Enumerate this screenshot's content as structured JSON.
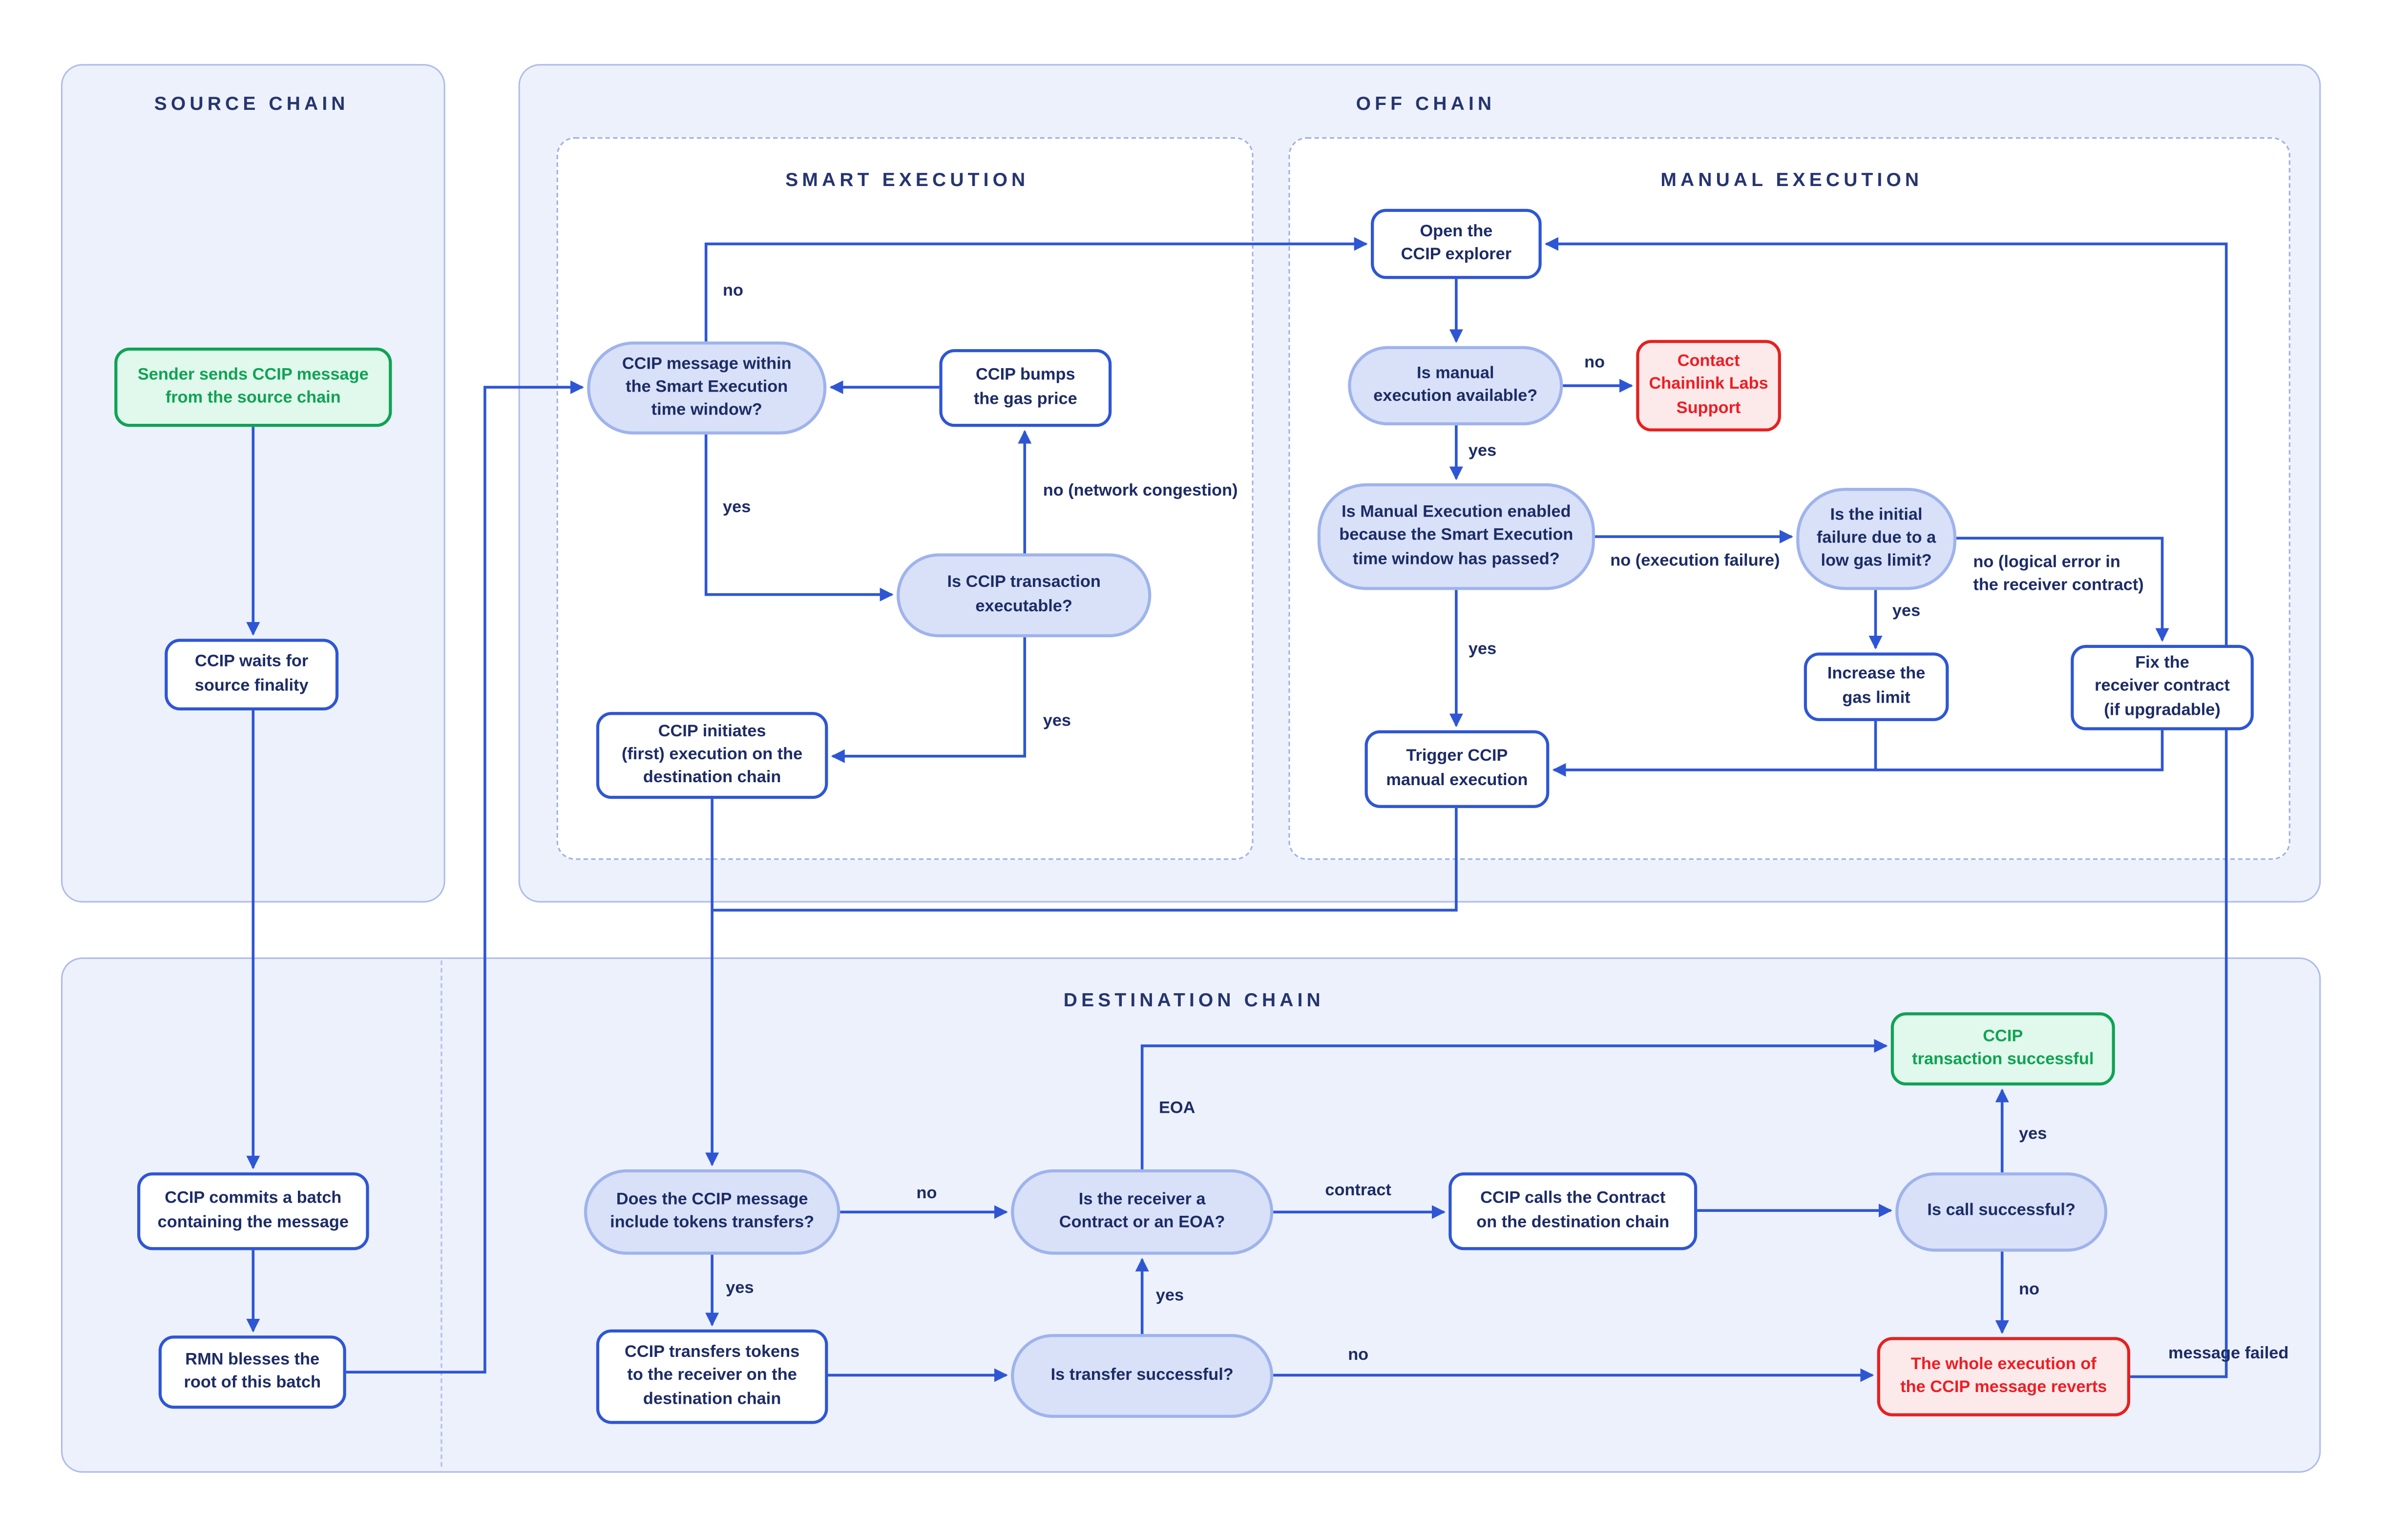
{
  "panels": {
    "source_chain": "SOURCE CHAIN",
    "off_chain": "OFF CHAIN",
    "smart_execution": "SMART EXECUTION",
    "manual_execution": "MANUAL EXECUTION",
    "destination_chain": "DESTINATION CHAIN"
  },
  "nodes": {
    "sender": "Sender sends CCIP message\nfrom the source chain",
    "waits": "CCIP waits for\nsource finality",
    "commits": "CCIP commits a batch\ncontaining the message",
    "rmn": "RMN blesses the\nroot of this batch",
    "msg_within": "CCIP message within\nthe Smart Execution\ntime window?",
    "bumps": "CCIP bumps\nthe gas price",
    "executable": "Is CCIP transaction\nexecutable?",
    "initiates": "CCIP initiates\n(first) execution on the\ndestination chain",
    "open_explorer": "Open the\nCCIP explorer",
    "manual_available": "Is manual\nexecution available?",
    "contact_support": "Contact\nChainlink Labs\nSupport",
    "manual_enabled": "Is Manual Execution enabled\nbecause the Smart Execution\ntime window has passed?",
    "initial_failure": "Is the initial\nfailure due to a\nlow gas limit?",
    "increase_gas": "Increase the\ngas limit",
    "fix_receiver": "Fix the\nreceiver contract\n(if upgradable)",
    "trigger_manual": "Trigger CCIP\nmanual execution",
    "tokens_transfers": "Does the CCIP message\ninclude tokens transfers?",
    "receiver_type": "Is the receiver a\nContract or an EOA?",
    "calls_contract": "CCIP calls the Contract\non the destination chain",
    "call_successful": "Is call successful?",
    "tx_successful": "CCIP\ntransaction successful",
    "transfers_tokens": "CCIP transfers tokens\nto the receiver on the\ndestination chain",
    "transfer_successful": "Is transfer successful?",
    "reverts": "The whole execution of\nthe CCIP message reverts"
  },
  "edge_labels": {
    "no_time_window": "no",
    "yes_time_window": "yes",
    "no_network_congestion": "no (network congestion)",
    "yes_executable": "yes",
    "no_manual_available": "no",
    "yes_manual_available": "yes",
    "no_execution_failure": "no (execution failure)",
    "yes_window_passed": "yes",
    "yes_low_gas": "yes",
    "no_logical_error": "no (logical error in\nthe receiver contract)",
    "eoa": "EOA",
    "contract": "contract",
    "yes_call": "yes",
    "no_call": "no",
    "message_failed": "message failed",
    "yes_tokens": "yes",
    "no_tokens": "no",
    "yes_transfer": "yes",
    "no_transfer": "no"
  },
  "colors": {
    "connector_blue": "#2E56D4",
    "node_text_navy": "#1D2C66",
    "title_navy": "#26356F",
    "pill_fill": "#D8E1F8",
    "pill_border": "#9FB3EC",
    "panel_fill": "#EDF1FB",
    "panel_border": "#AEBDE9",
    "success_green": "#0FA354",
    "success_fill": "#E1F8EC",
    "error_red": "#E62020",
    "error_fill": "#FCEAEA"
  }
}
